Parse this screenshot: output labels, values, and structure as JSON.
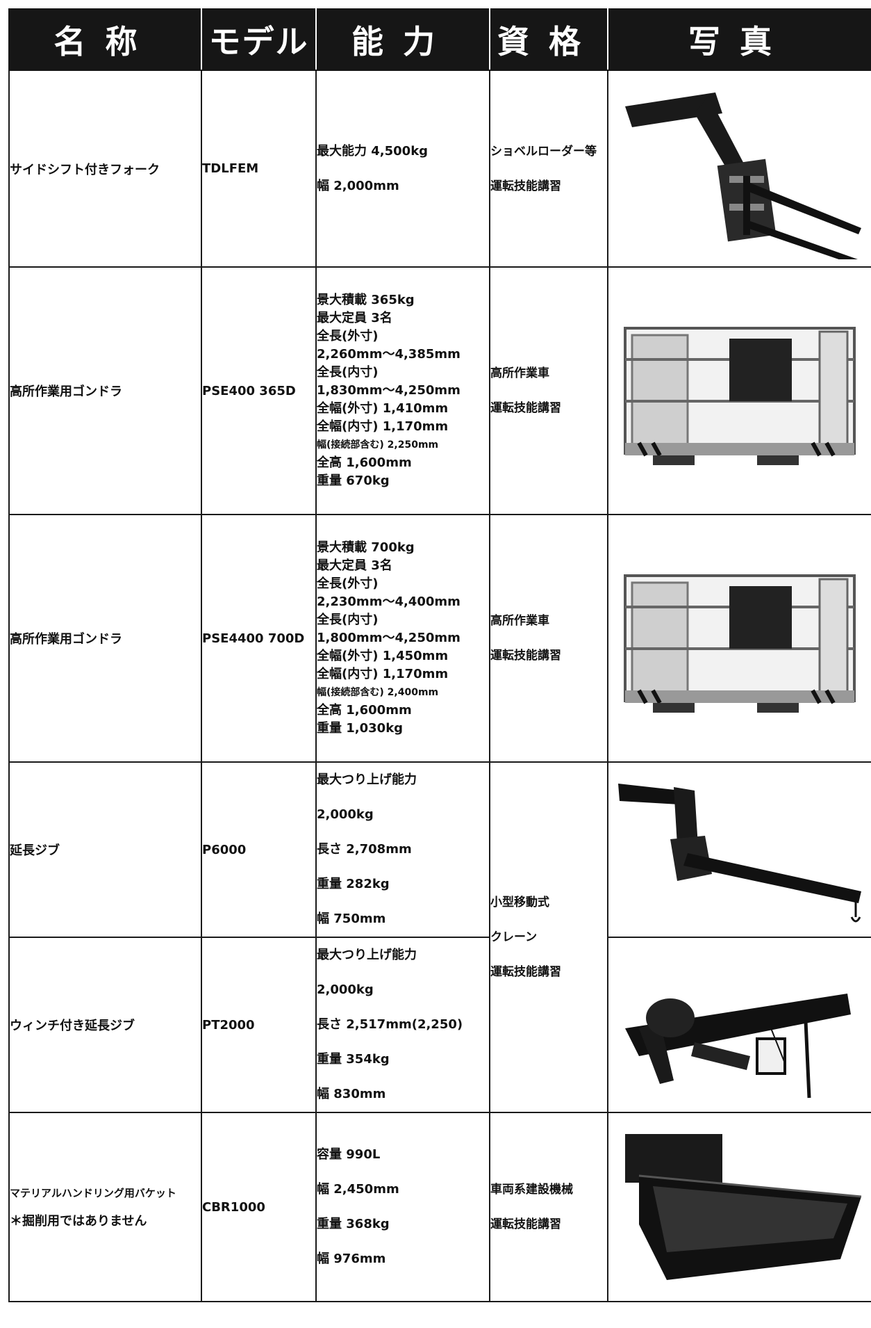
{
  "header": {
    "name": "名称",
    "model": "モデル",
    "capacity": "能力",
    "qualification": "資格",
    "photo": "写真"
  },
  "rows": [
    {
      "name": "サイドシフト付きフォーク",
      "model": "TDLFEM",
      "capacity": [
        "最大能力 4,500kg",
        "幅 2,000mm"
      ],
      "qualification": [
        "ショベルローダー等",
        "運転技能講習"
      ],
      "photo_icon": "forklift-fork-icon"
    },
    {
      "name": "高所作業用ゴンドラ",
      "model": "PSE400 365D",
      "capacity": [
        "景大積載 365kg",
        "最大定員 3名",
        "全長(外寸)",
        "2,260mm〜4,385mm",
        "全長(内寸)",
        "1,830mm〜4,250mm",
        "全幅(外寸) 1,410mm",
        "全幅(内寸) 1,170mm",
        "幅(接続部含む) 2,250mm",
        "全高 1,600mm",
        "重量 670kg"
      ],
      "qualification": [
        "高所作業車",
        "運転技能講習"
      ],
      "photo_icon": "gondola-basket-icon"
    },
    {
      "name": "高所作業用ゴンドラ",
      "model": "PSE4400 700D",
      "capacity": [
        "景大積載 700kg",
        "最大定員 3名",
        "全長(外寸)",
        "2,230mm〜4,400mm",
        "全長(内寸)",
        "1,800mm〜4,250mm",
        "全幅(外寸) 1,450mm",
        "全幅(内寸) 1,170mm",
        "幅(接続部含む) 2,400mm",
        "全高 1,600mm",
        "重量 1,030kg"
      ],
      "qualification": [
        "高所作業車",
        "運転技能講習"
      ],
      "photo_icon": "gondola-basket-icon"
    },
    {
      "name": "延長ジブ",
      "model": "P6000",
      "capacity": [
        "最大つり上げ能力",
        "2,000kg",
        "長さ 2,708mm",
        "重量 282kg",
        "幅 750mm"
      ],
      "photo_icon": "extension-jib-icon"
    },
    {
      "name": "ウィンチ付き延長ジブ",
      "model": "PT2000",
      "capacity": [
        "最大つり上げ能力",
        "2,000kg",
        "長さ 2,517mm(2,250)",
        "重量 354kg",
        "幅 830mm"
      ],
      "photo_icon": "winch-jib-icon"
    },
    {
      "name": "マテリアルハンドリング用バケット",
      "note": "＊掘削用ではありません",
      "model": "CBR1000",
      "capacity": [
        "容量 990L",
        "幅 2,450mm",
        "重量 368kg",
        "幅 976mm"
      ],
      "qualification": [
        "車両系建設機械",
        "運転技能講習"
      ],
      "photo_icon": "material-bucket-icon"
    }
  ],
  "shared_qualification_jib": [
    "小型移動式",
    "クレーン",
    "運転技能講習"
  ]
}
